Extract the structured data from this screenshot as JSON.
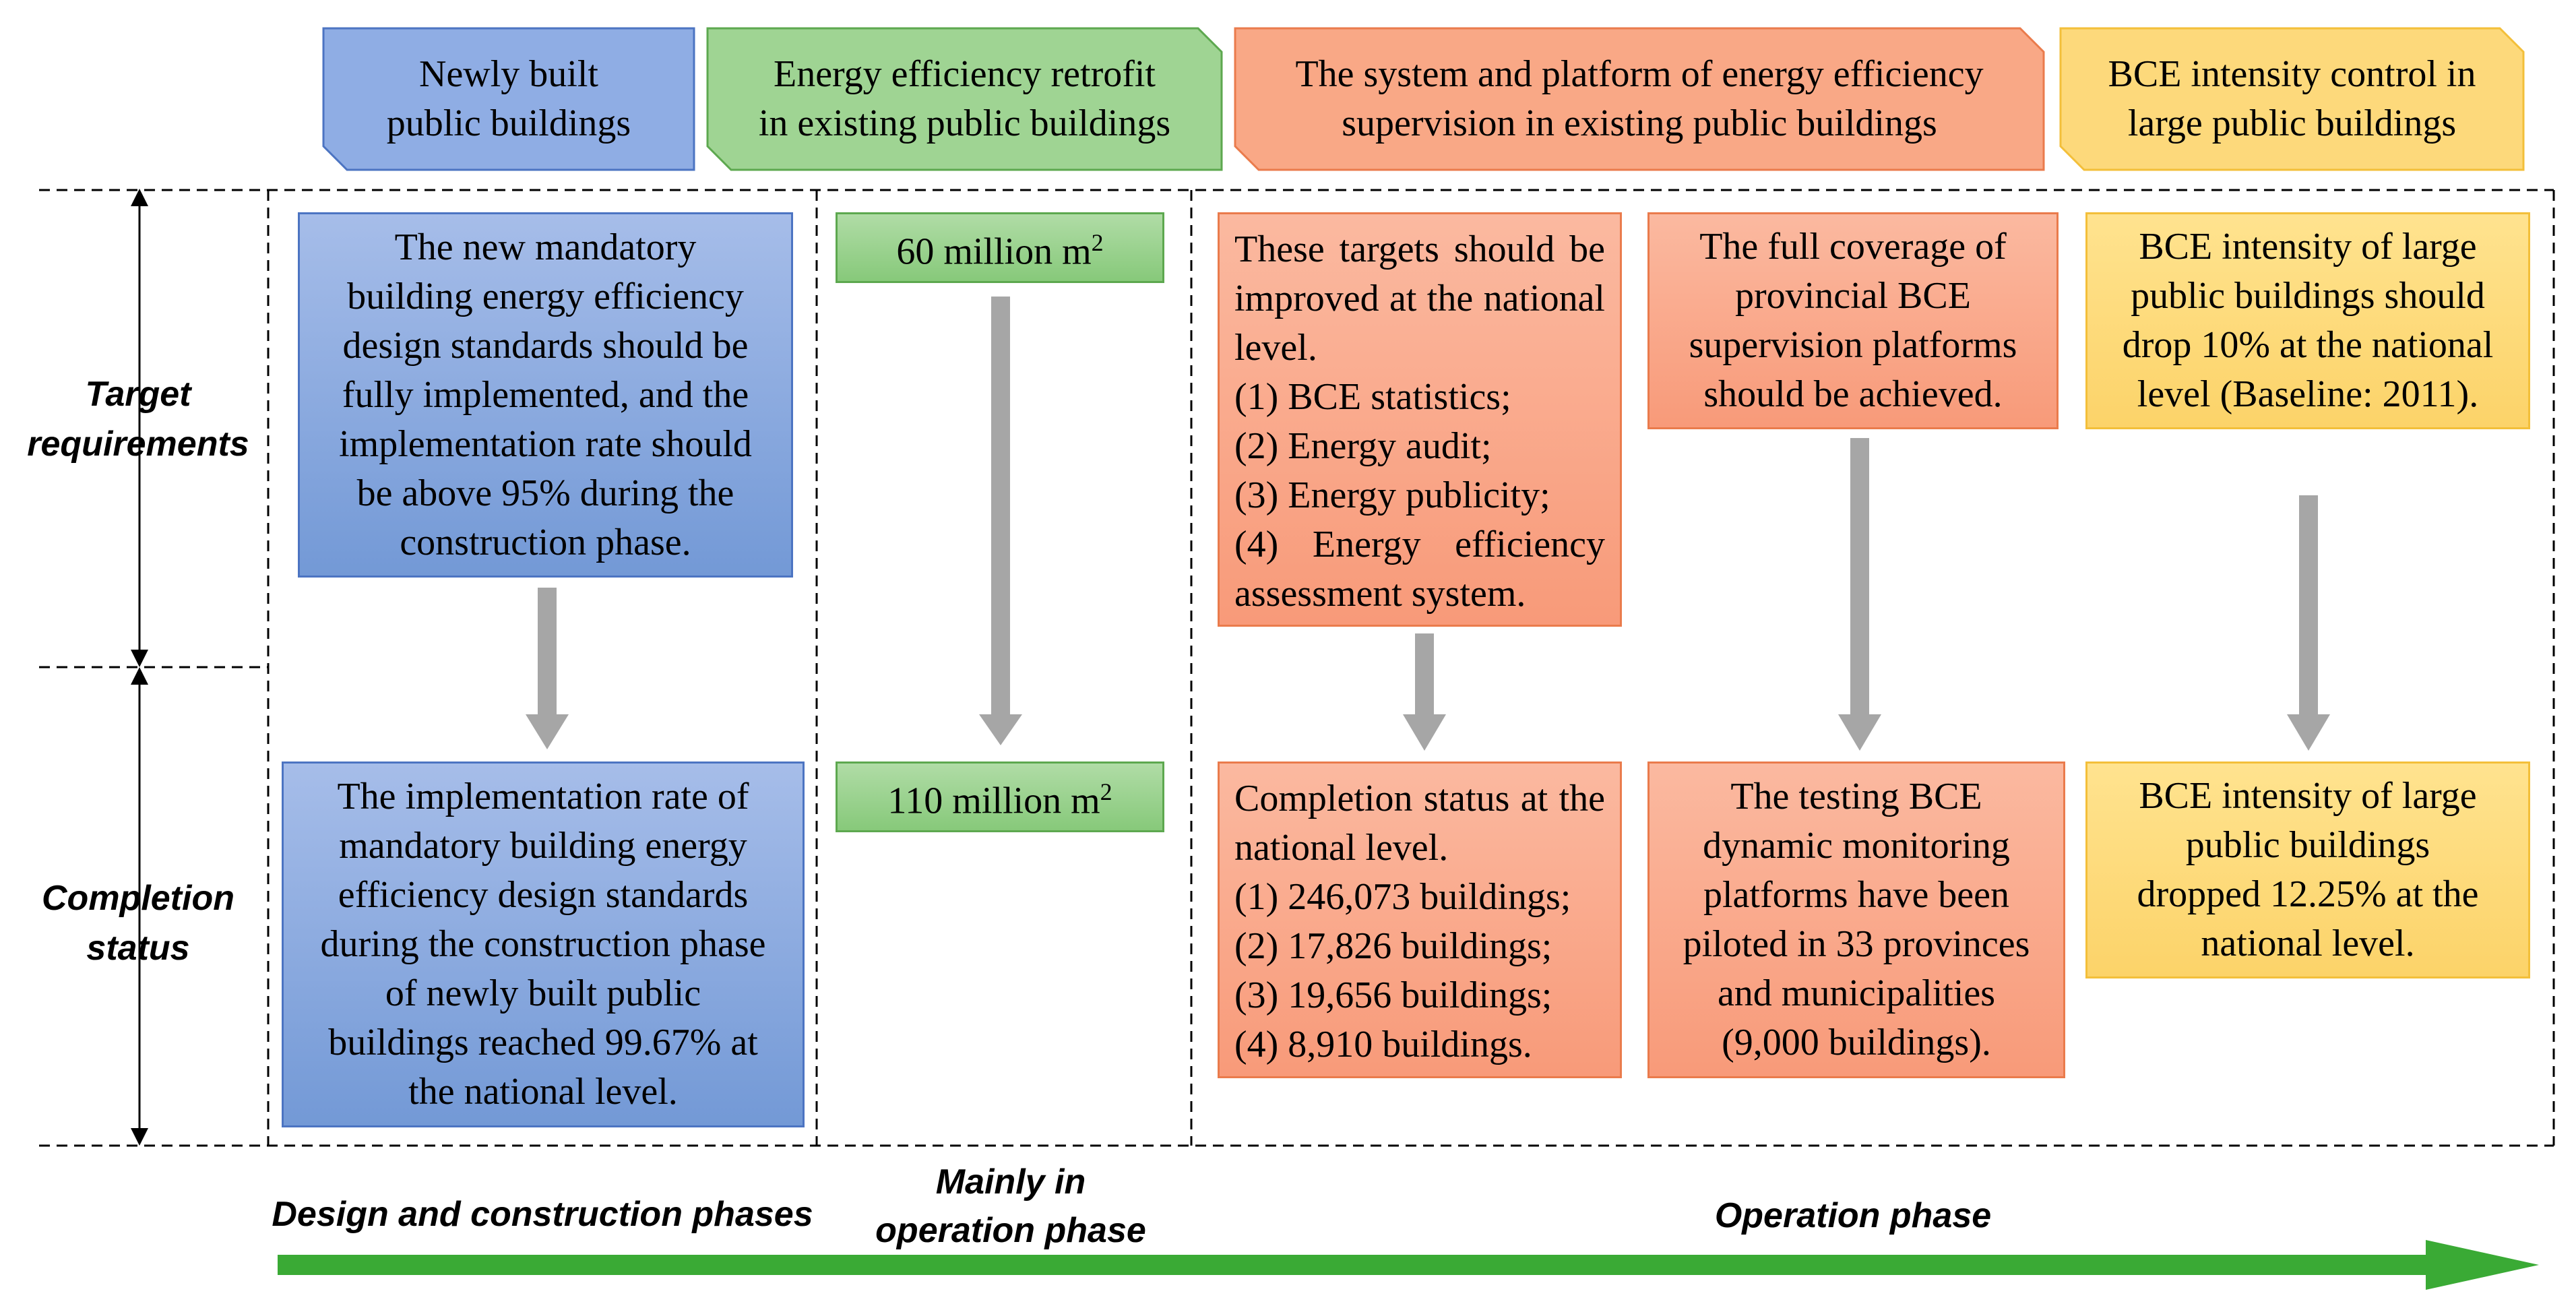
{
  "headers": [
    {
      "lines": [
        "Newly built",
        "public buildings"
      ]
    },
    {
      "lines": [
        "Energy efficiency retrofit",
        "in existing public buildings"
      ]
    },
    {
      "lines": [
        "The system and platform of energy efficiency",
        "supervision in existing public buildings"
      ]
    },
    {
      "lines": [
        "BCE intensity control in",
        "large public buildings"
      ]
    }
  ],
  "row_labels": {
    "target": [
      "Target",
      "requirements"
    ],
    "completion": [
      "Completion",
      "status"
    ]
  },
  "targets": {
    "new_buildings": [
      "The new mandatory",
      "building energy efficiency",
      "design standards should be",
      "fully implemented, and the",
      "implementation rate should",
      "be above 95% during the",
      "construction phase."
    ],
    "retrofit": {
      "value": "60 million m",
      "sup": "2"
    },
    "supervision_items": [
      "These targets should be improved at the national level.",
      "(1) BCE statistics;",
      "(2) Energy audit;",
      "(3) Energy publicity;",
      "(4) Energy efficiency assessment system."
    ],
    "platform": [
      "The full coverage of",
      "provincial BCE",
      "supervision platforms",
      "should be achieved."
    ],
    "bce_intensity": [
      "BCE intensity of large",
      "public buildings should",
      "drop 10% at the national",
      "level (Baseline: 2011)."
    ]
  },
  "completion": {
    "new_buildings": [
      "The implementation rate of",
      "mandatory building energy",
      "efficiency design standards",
      "during the construction phase",
      "of newly built public",
      "buildings reached 99.67% at",
      "the national level."
    ],
    "retrofit": {
      "value": "110 million m",
      "sup": "2"
    },
    "supervision_items": [
      "Completion status at the national level.",
      "(1) 246,073 buildings;",
      "(2) 17,826 buildings;",
      "(3) 19,656 buildings;",
      "(4) 8,910 buildings."
    ],
    "platform": [
      "The testing BCE",
      "dynamic monitoring",
      "platforms have been",
      "piloted in 33 provinces",
      "and municipalities",
      "(9,000 buildings)."
    ],
    "bce_intensity": [
      "BCE intensity of large",
      "public buildings",
      "dropped 12.25% at the",
      "national level."
    ]
  },
  "phases": {
    "design": "Design and construction phases",
    "mainly": [
      "Mainly in",
      "operation phase"
    ],
    "operation": "Operation phase"
  },
  "colors": {
    "blue": "#7399d6",
    "green": "#87c97a",
    "orange": "#f89a79",
    "yellow": "#fcd369",
    "gray_arrow": "#a6a6a6",
    "timeline_arrow": "#3aaa35"
  }
}
